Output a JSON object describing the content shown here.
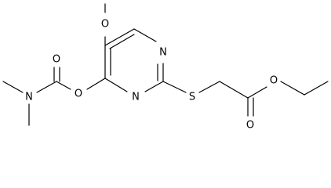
{
  "atoms": {
    "o_methoxy": "O",
    "n_ring_top": "N",
    "n_ring_bottom": "N",
    "o_ether_left": "O",
    "o_carbonyl_left": "O",
    "n_amide": "N",
    "s_thioether": "S",
    "o_ester": "O",
    "o_carbonyl_right": "O"
  }
}
